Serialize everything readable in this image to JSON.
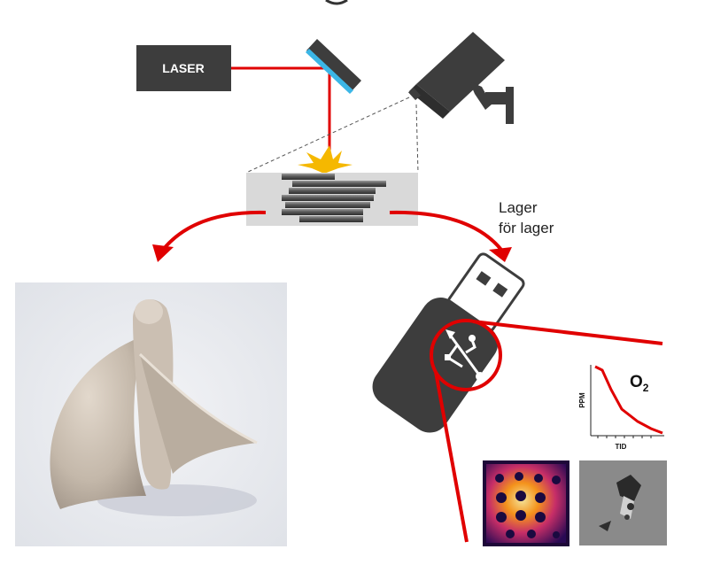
{
  "laser": {
    "label": "LASER"
  },
  "process": {
    "line1": "Lager",
    "line2": "för lager"
  },
  "graph": {
    "ylabel": "PPM",
    "xlabel": "TID",
    "gas": "O",
    "gas_subscript": "2"
  },
  "colors": {
    "laser_beam": "#e00000",
    "arrow": "#e00000",
    "dark": "#3d3d3d",
    "mirror_coating": "#3bb6e6",
    "spark": "#f5b800",
    "powder_bed": "#d9d9d9"
  },
  "icons": [
    "laser-box",
    "mirror-icon",
    "camera-icon",
    "spark-icon",
    "usb-stick-icon",
    "usb-symbol-icon"
  ]
}
